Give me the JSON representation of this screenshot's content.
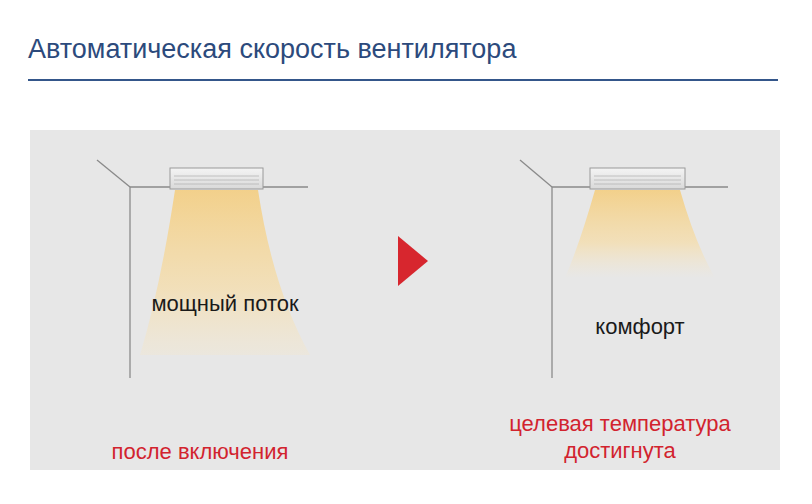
{
  "diagram": {
    "title": "Автоматическая скорость вентилятора",
    "nodes": [
      {
        "text": [
          "мощный поток"
        ]
      },
      {
        "text": [
          "комфорт"
        ]
      }
    ],
    "labels": [
      "после включения",
      "целевая температура достигнута"
    ]
  }
}
